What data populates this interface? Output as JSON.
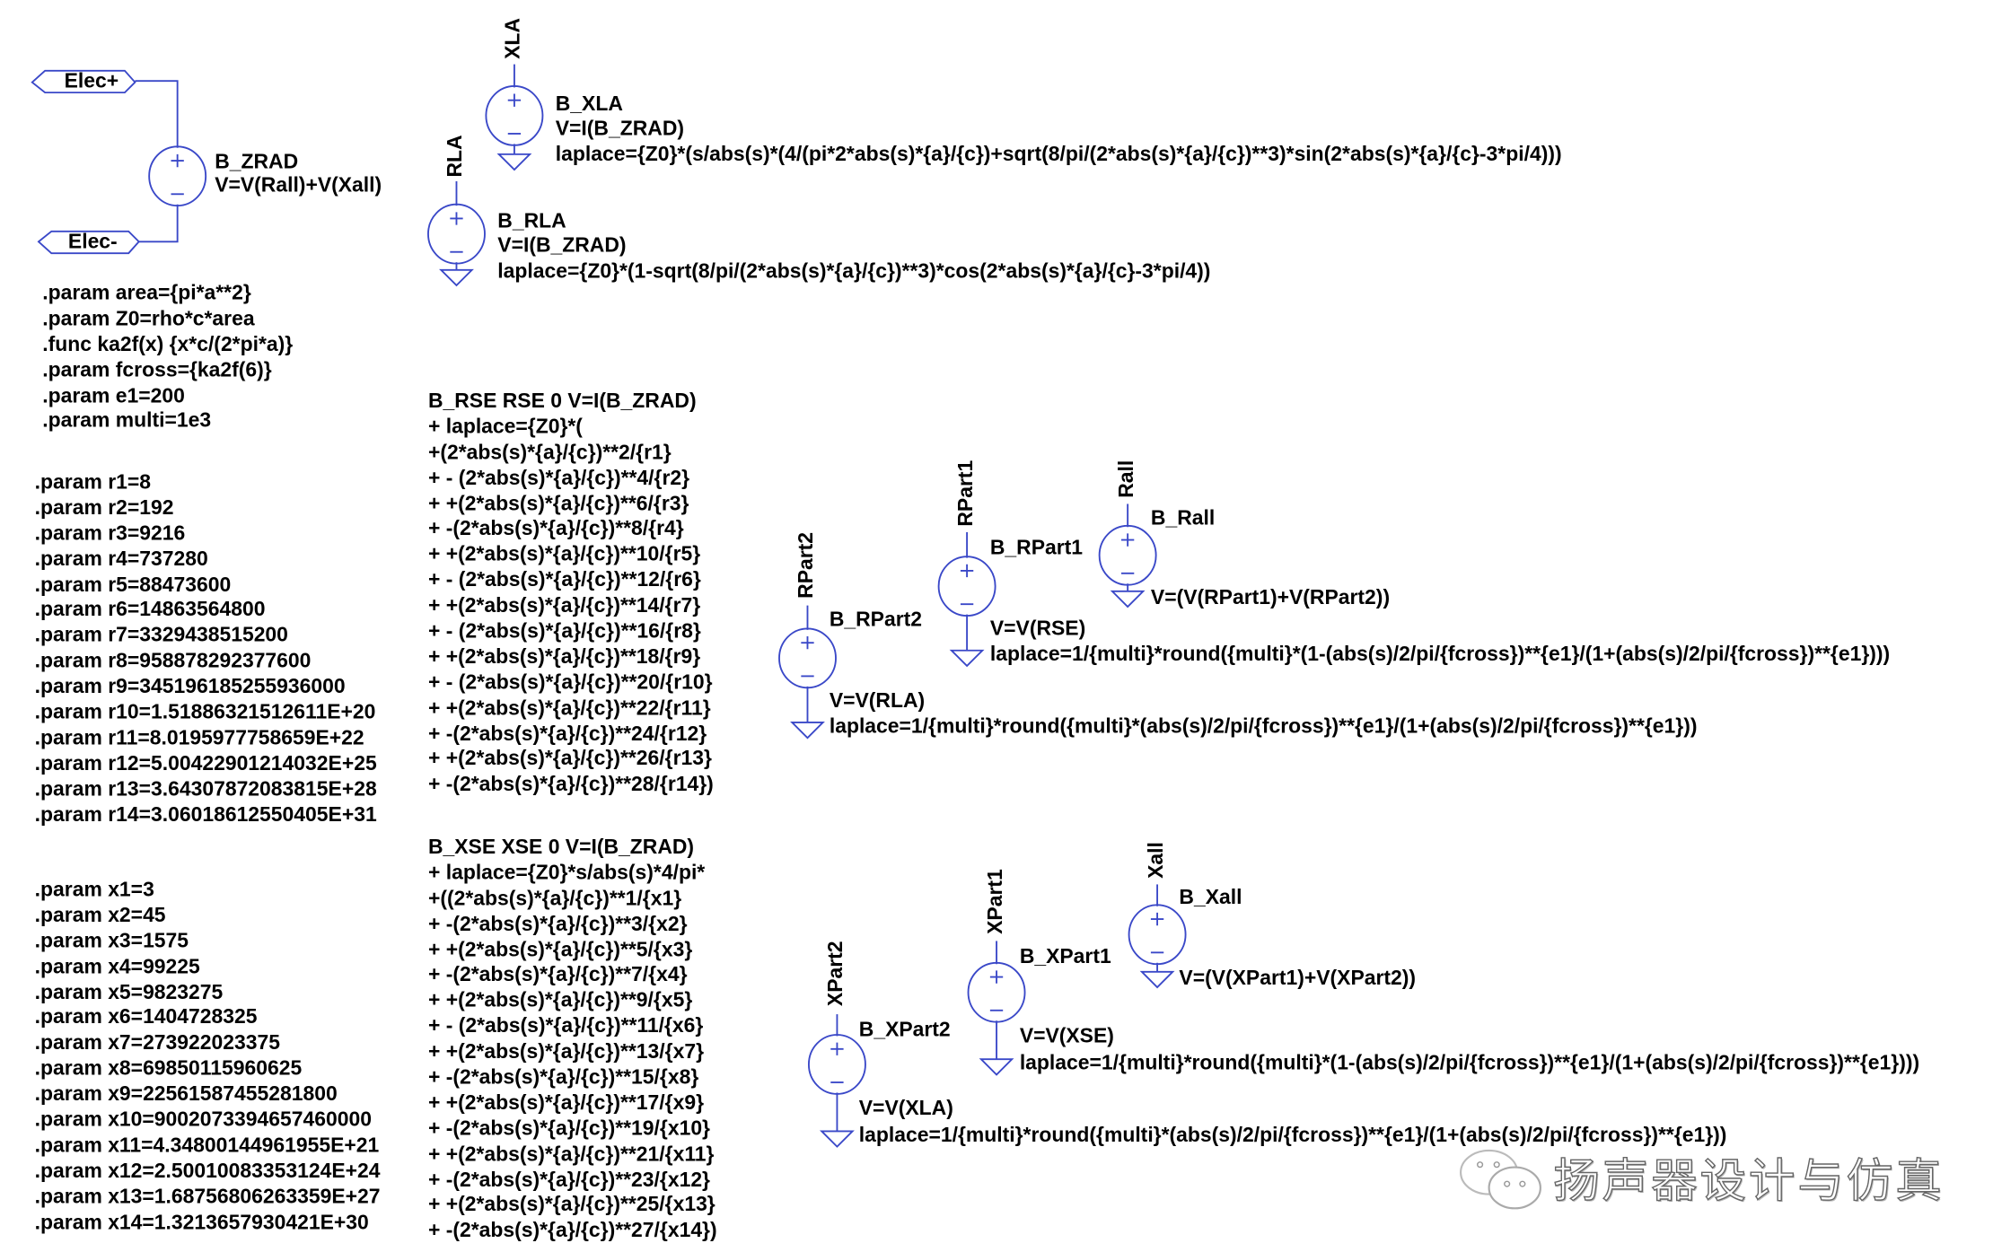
{
  "ports": {
    "elec_plus": "Elec+",
    "elec_minus": "Elec-"
  },
  "sources": {
    "zrad": {
      "name": "B_ZRAD",
      "v": "V=V(Rall)+V(Xall)"
    },
    "xla": {
      "net": "XLA",
      "name": "B_XLA",
      "v": "V=I(B_ZRAD)",
      "laplace": "laplace={Z0}*(s/abs(s)*(4/(pi*2*abs(s)*{a}/{c})+sqrt(8/pi/(2*abs(s)*{a}/{c})**3)*sin(2*abs(s)*{a}/{c}-3*pi/4)))"
    },
    "rla": {
      "net": "RLA",
      "name": "B_RLA",
      "v": "V=I(B_ZRAD)",
      "laplace": "laplace={Z0}*(1-sqrt(8/pi/(2*abs(s)*{a}/{c})**3)*cos(2*abs(s)*{a}/{c}-3*pi/4))"
    },
    "rpart2": {
      "net": "RPart2",
      "name": "B_RPart2",
      "v": "V=V(RLA)",
      "laplace": "laplace=1/{multi}*round({multi}*(abs(s)/2/pi/{fcross})**{e1}/(1+(abs(s)/2/pi/{fcross})**{e1}))"
    },
    "rpart1": {
      "net": "RPart1",
      "name": "B_RPart1",
      "v": "V=V(RSE)",
      "laplace": "laplace=1/{multi}*round({multi}*(1-(abs(s)/2/pi/{fcross})**{e1}/(1+(abs(s)/2/pi/{fcross})**{e1})))"
    },
    "rall": {
      "net": "Rall",
      "name": "B_Rall",
      "v": "V=(V(RPart1)+V(RPart2))"
    },
    "xpart2": {
      "net": "XPart2",
      "name": "B_XPart2",
      "v": "V=V(XLA)",
      "laplace": "laplace=1/{multi}*round({multi}*(abs(s)/2/pi/{fcross})**{e1}/(1+(abs(s)/2/pi/{fcross})**{e1}))"
    },
    "xpart1": {
      "net": "XPart1",
      "name": "B_XPart1",
      "v": "V=V(XSE)",
      "laplace": "laplace=1/{multi}*round({multi}*(1-(abs(s)/2/pi/{fcross})**{e1}/(1+(abs(s)/2/pi/{fcross})**{e1})))"
    },
    "xall": {
      "net": "Xall",
      "name": "B_Xall",
      "v": "V=(V(XPart1)+V(XPart2))"
    }
  },
  "directives": [
    ".param area={pi*a**2}",
    ".param Z0=rho*c*area",
    ".func ka2f(x) {x*c/(2*pi*a)}",
    ".param fcross={ka2f(6)}",
    ".param e1=200",
    ".param multi=1e3"
  ],
  "r_params": [
    ".param r1=8",
    ".param r2=192",
    ".param r3=9216",
    ".param r4=737280",
    ".param r5=88473600",
    ".param r6=14863564800",
    ".param r7=3329438515200",
    ".param r8=958878292377600",
    ".param r9=345196185255936000",
    ".param r10=1.51886321512611E+20",
    ".param r11=8.0195977758659E+22",
    ".param r12=5.00422901214032E+25",
    ".param r13=3.64307872083815E+28",
    ".param r14=3.06018612550405E+31"
  ],
  "x_params": [
    ".param x1=3",
    ".param x2=45",
    ".param x3=1575",
    ".param x4=99225",
    ".param x5=9823275",
    ".param x6=1404728325",
    ".param x7=273922023375",
    ".param x8=69850115960625",
    ".param x9=22561587455281800",
    ".param x10=9002073394657460000",
    ".param x11=4.34800144961955E+21",
    ".param x12=2.50010083353124E+24",
    ".param x13=1.68756806263359E+27",
    ".param x14=1.3213657930421E+30"
  ],
  "rse_block": [
    "B_RSE RSE 0 V=I(B_ZRAD)",
    "+ laplace={Z0}*(",
    "+(2*abs(s)*{a}/{c})**2/{r1}",
    "+ - (2*abs(s)*{a}/{c})**4/{r2}",
    "+ +(2*abs(s)*{a}/{c})**6/{r3}",
    "+ -(2*abs(s)*{a}/{c})**8/{r4}",
    "+ +(2*abs(s)*{a}/{c})**10/{r5}",
    "+ - (2*abs(s)*{a}/{c})**12/{r6}",
    "+ +(2*abs(s)*{a}/{c})**14/{r7}",
    "+ - (2*abs(s)*{a}/{c})**16/{r8}",
    "+ +(2*abs(s)*{a}/{c})**18/{r9}",
    "+ - (2*abs(s)*{a}/{c})**20/{r10}",
    "+ +(2*abs(s)*{a}/{c})**22/{r11}",
    "+ -(2*abs(s)*{a}/{c})**24/{r12}",
    "+ +(2*abs(s)*{a}/{c})**26/{r13}",
    "+ -(2*abs(s)*{a}/{c})**28/{r14})"
  ],
  "xse_block": [
    "B_XSE XSE 0 V=I(B_ZRAD)",
    "+ laplace={Z0}*s/abs(s)*4/pi*",
    "+((2*abs(s)*{a}/{c})**1/{x1}",
    "+ -(2*abs(s)*{a}/{c})**3/{x2}",
    "+ +(2*abs(s)*{a}/{c})**5/{x3}",
    "+ -(2*abs(s)*{a}/{c})**7/{x4}",
    "+ +(2*abs(s)*{a}/{c})**9/{x5}",
    "+ - (2*abs(s)*{a}/{c})**11/{x6}",
    "+ +(2*abs(s)*{a}/{c})**13/{x7}",
    "+ -(2*abs(s)*{a}/{c})**15/{x8}",
    "+ +(2*abs(s)*{a}/{c})**17/{x9}",
    "+ -(2*abs(s)*{a}/{c})**19/{x10}",
    "+ +(2*abs(s)*{a}/{c})**21/{x11}",
    "+ -(2*abs(s)*{a}/{c})**23/{x12}",
    "+ +(2*abs(s)*{a}/{c})**25/{x13}",
    "+ -(2*abs(s)*{a}/{c})**27/{x14})"
  ],
  "watermark": "扬声器设计与仿真",
  "colors": {
    "wire": "#3a48c8",
    "text": "#000000"
  }
}
